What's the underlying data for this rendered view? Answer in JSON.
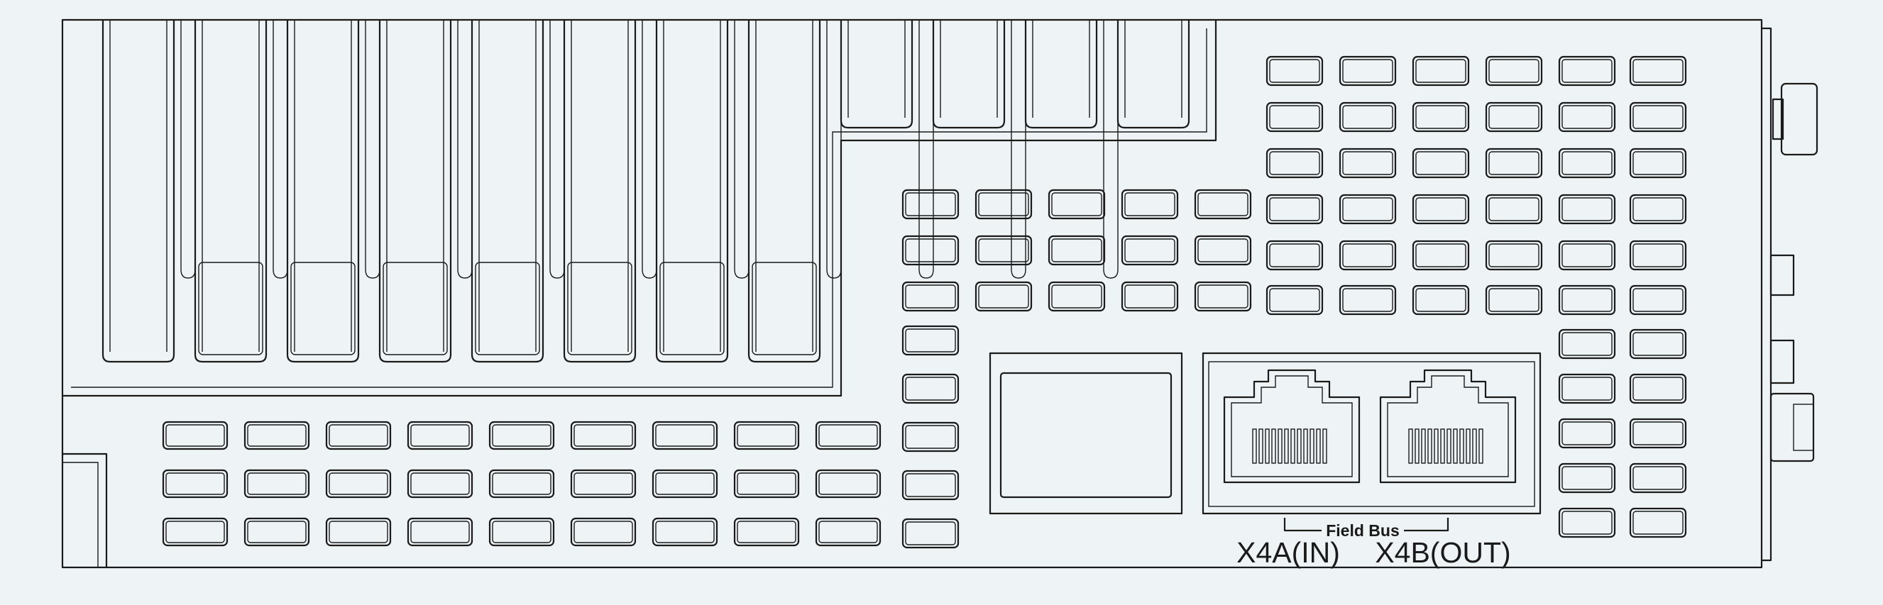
{
  "colors": {
    "background": "#eef3f5",
    "line": "#1a1a1a"
  },
  "labels": {
    "field_bus": "Field Bus",
    "port_in": "X4A(IN)",
    "port_out": "X4B(OUT)"
  }
}
